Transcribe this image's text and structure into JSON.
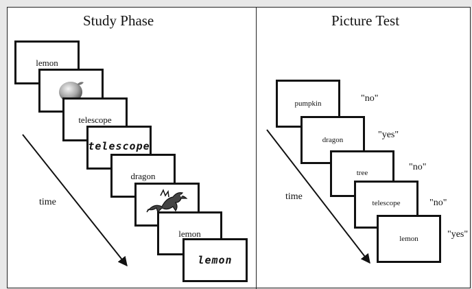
{
  "study": {
    "title": "Study Phase",
    "time_label": "time",
    "cards": [
      {
        "label": "lemon",
        "kind": "word"
      },
      {
        "label": "",
        "kind": "picture",
        "icon": "lemon-picture-icon"
      },
      {
        "label": "telescope",
        "kind": "word"
      },
      {
        "label": "telescope",
        "kind": "font"
      },
      {
        "label": "dragon",
        "kind": "word"
      },
      {
        "label": "",
        "kind": "picture",
        "icon": "dragon-picture-icon"
      },
      {
        "label": "lemon",
        "kind": "word"
      },
      {
        "label": "lemon",
        "kind": "font"
      }
    ]
  },
  "test": {
    "title": "Picture Test",
    "time_label": "time",
    "items": [
      {
        "label": "pumpkin",
        "response": "\"no\""
      },
      {
        "label": "dragon",
        "response": "\"yes\""
      },
      {
        "label": "tree",
        "response": "\"no\""
      },
      {
        "label": "telescope",
        "response": "\"no\""
      },
      {
        "label": "lemon",
        "response": "\"yes\""
      }
    ]
  }
}
